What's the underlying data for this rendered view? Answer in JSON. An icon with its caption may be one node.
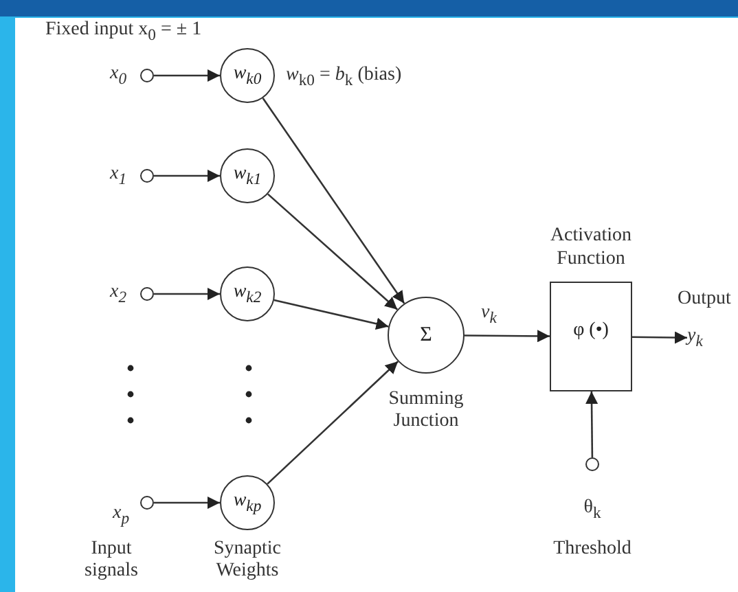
{
  "diagram": {
    "nodes": [
      {
        "text": [],
        "shape": "circle",
        "beside": [
          "x$_{0}$"
        ]
      },
      {
        "text": [
          "w$_{k0}$"
        ],
        "beside": [
          "*w*$_{k0}$ = *b*$_{k}$ (bias)"
        ]
      },
      {
        "text": [],
        "shape": "circle",
        "beside": [
          "x$_{1}$"
        ]
      },
      {
        "text": [
          "w$_{k1}$"
        ]
      },
      {
        "text": [],
        "shape": "circle",
        "beside": [
          "x$_{2}$"
        ]
      },
      {
        "text": [
          "w$_{k2}$"
        ]
      },
      {
        "text": [],
        "shape": "circle",
        "beside": [
          "x$_{p}$"
        ]
      },
      {
        "text": [
          "w$_{kp}$"
        ]
      },
      {
        "text": [
          "Σ"
        ],
        "beside": [
          "Summing Junction"
        ]
      },
      {
        "text": [
          "Activation Function",
          "φ (•)"
        ]
      },
      {
        "text": [],
        "shape": "circle",
        "beside": [
          "θ$_{k}$",
          "Threshold"
        ]
      },
      {
        "text": [
          "y$_{k}$"
        ],
        "beside": [
          "Output"
        ]
      }
    ],
    "edges": [
      {
        "from": 0,
        "to": 1,
        "arrow": "to"
      },
      {
        "from": 2,
        "to": 3,
        "arrow": "to"
      },
      {
        "from": 4,
        "to": 5,
        "arrow": "to"
      },
      {
        "from": 6,
        "to": 7,
        "arrow": "to"
      },
      {
        "from": 1,
        "to": 8,
        "arrow": "to"
      },
      {
        "from": 3,
        "to": 8,
        "arrow": "to"
      },
      {
        "from": 5,
        "to": 8,
        "arrow": "to"
      },
      {
        "from": 7,
        "to": 8,
        "arrow": "to"
      },
      {
        "from": 8,
        "to": 9,
        "arrow": "to",
        "label": "v$_{k}$"
      },
      {
        "from": 9,
        "to": 11,
        "arrow": "to"
      },
      {
        "from": 10,
        "to": 9,
        "arrow": "to"
      }
    ],
    "labels": [
      "Fixed input x$_{0}$ = ± 1",
      "Input signals",
      "Synaptic Weights"
    ]
  }
}
